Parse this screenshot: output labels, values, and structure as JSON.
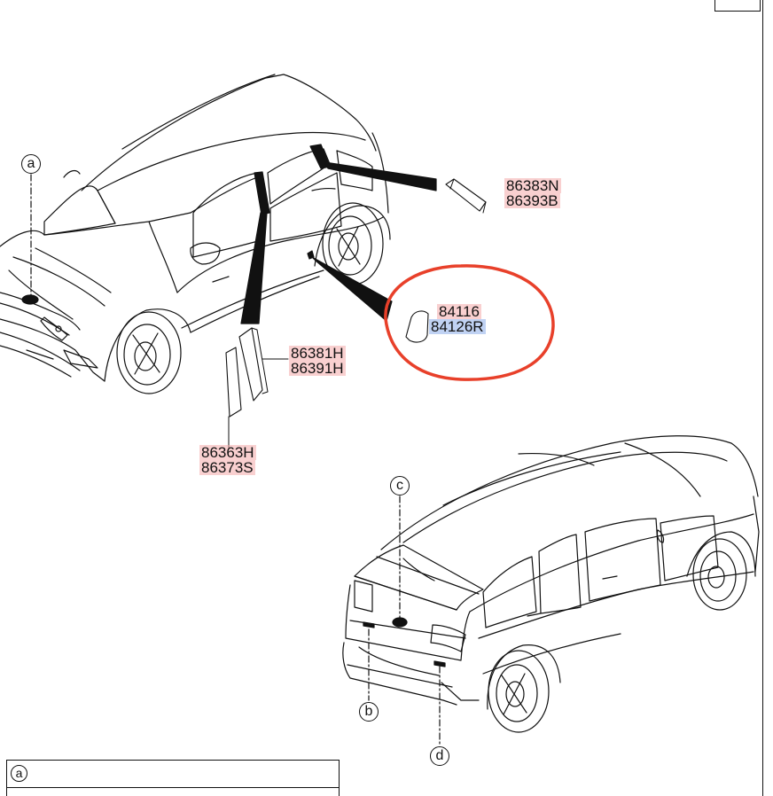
{
  "callouts": {
    "a": "a",
    "b": "b",
    "c": "c",
    "d": "d"
  },
  "parts": {
    "window_pillar_rear": [
      "86383N",
      "86393B"
    ],
    "fuel_flap": [
      "84116",
      "84126R"
    ],
    "door_pillar_upper": [
      "86381H",
      "86391H"
    ],
    "door_pillar_lower": [
      "86363H",
      "86373S"
    ]
  },
  "legend": {
    "letter": "a"
  },
  "colors": {
    "line": "#111111",
    "highlight_red": "#f4aaaa",
    "highlight_blue": "#96b4eb",
    "circle_mark": "#e8402a"
  }
}
